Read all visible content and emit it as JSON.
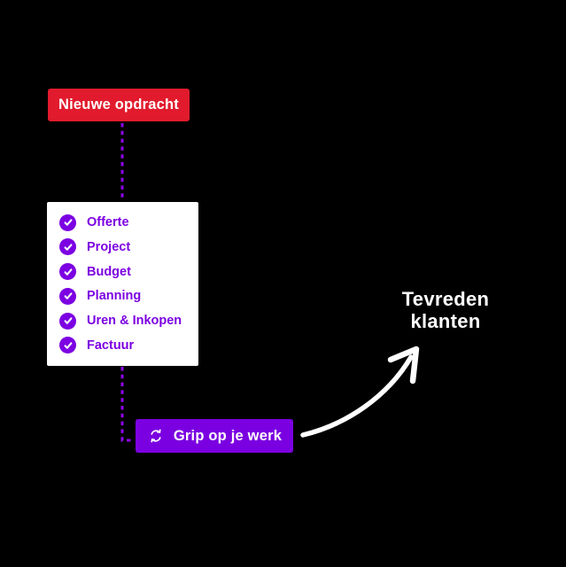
{
  "diagram": {
    "start": {
      "label": "Nieuwe opdracht"
    },
    "checklist": {
      "items": [
        "Offerte",
        "Project",
        "Budget",
        "Planning",
        "Uren & Inkopen",
        "Factuur"
      ]
    },
    "process": {
      "label": "Grip op je werk",
      "icon": "sync-icon"
    },
    "result": {
      "line1": "Tevreden",
      "line2": "klanten"
    }
  },
  "colors": {
    "background": "#000000",
    "start_node_red": "#E11B2D",
    "brand_purple": "#7C00E2",
    "process_node_purple": "#7B00E1",
    "dashed_line_purple": "#8E06EC",
    "text_white": "#FFFFFF",
    "card_white": "#FFFFFF"
  }
}
